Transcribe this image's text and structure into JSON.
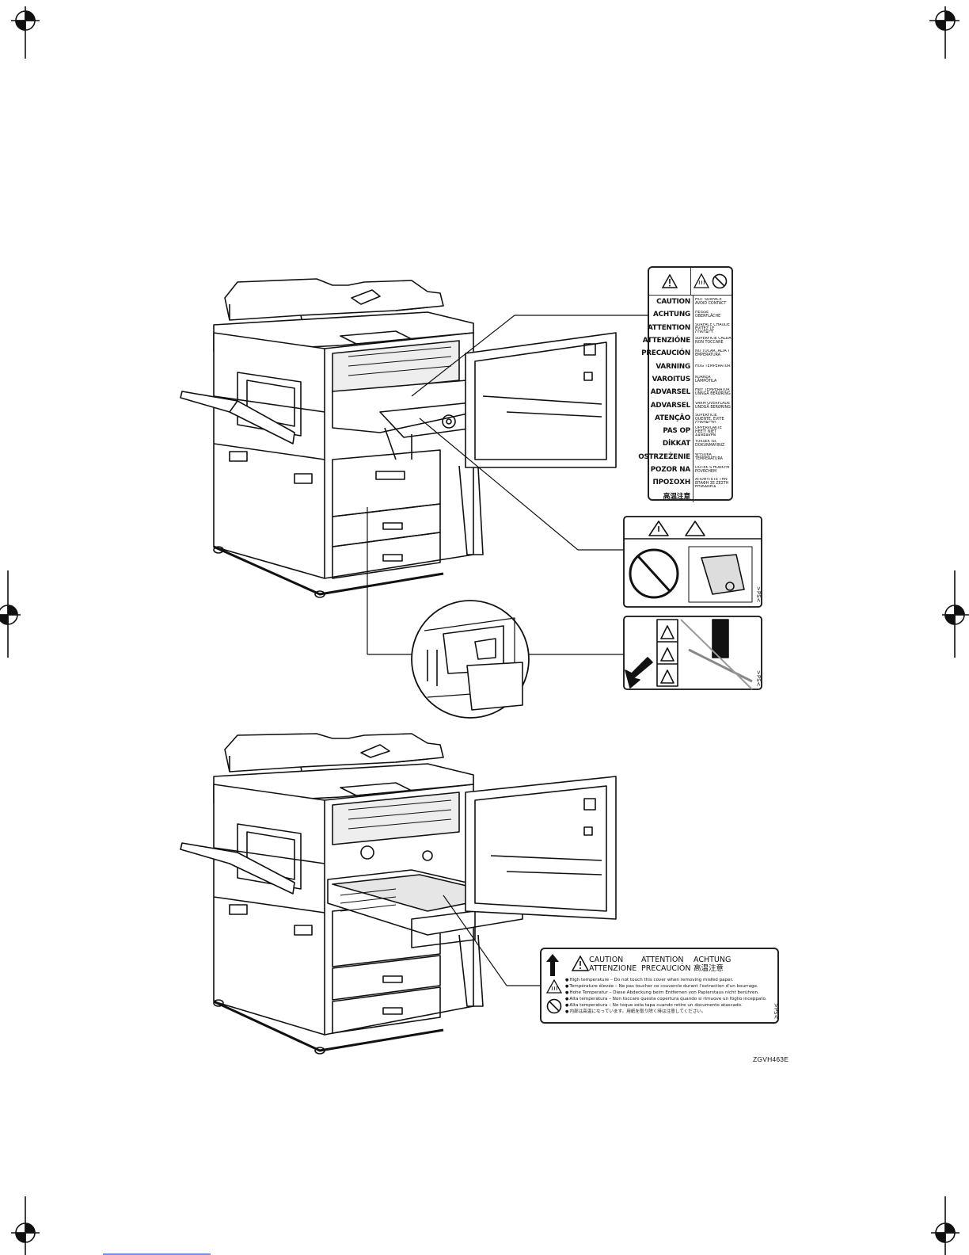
{
  "figure": {
    "code": "ZGVH463E"
  },
  "multilang_label": {
    "rows": [
      {
        "word": "CAUTION",
        "desc": "HOT SURFACE AVOID CONTACT"
      },
      {
        "word": "ACHTUNG",
        "desc": "HEIßE OBERFLÄCHE"
      },
      {
        "word": "ATTENTION",
        "desc": "SURFACE CHAUDE ÉVITEZ LE CONTACT"
      },
      {
        "word": "ATTENZIÓNE",
        "desc": "SUPERFICIE CALDA NON TOCCARE"
      },
      {
        "word": "PRECAUCIÓN",
        "desc": "NO TOCAR, ALTA T EMPERATURA"
      },
      {
        "word": "VARNING",
        "desc": "HÖG TEMPERATUR"
      },
      {
        "word": "VAROITUS",
        "desc": "KORKEA LÄMPÖTILA"
      },
      {
        "word": "ADVARSEL",
        "desc": "HØY TEMPERATUR UNNGÅ BERØRING"
      },
      {
        "word": "ADVARSEL",
        "desc": "VARM OVERFLADE UNDGÅ BERØRING"
      },
      {
        "word": "ATENÇÃO",
        "desc": "SUPERFÍCIE QUENTE, EVITE CONTACTO"
      },
      {
        "word": "PAS OP",
        "desc": "OPPERVLAKTE HEET! NIET AANRAKEN"
      },
      {
        "word": "DİKKAT",
        "desc": "YÜKSEK ISI, DOKUNMAYINIZ"
      },
      {
        "word": "OSTRZEŻENIE",
        "desc": "WYSOKA TEMPERATURA"
      },
      {
        "word": "POZOR NA",
        "desc": "DOTEK S HORKÝM POVRCHEM"
      },
      {
        "word": "ΠΡΟΣΟΧΗ",
        "desc": "ΑΠΟΦΥΓΕΤΕ ΤΗΝ ΕΠΑΦΗ ΣΕ ΖΕΣΤΗ ΕΠΙΦΑΝΕΙΑ"
      },
      {
        "word": "高温注意",
        "desc": ""
      }
    ]
  },
  "bottom_label": {
    "headings": [
      "CAUTION",
      "ATTENTION",
      "ACHTUNG",
      "ATTENZIONE",
      "PRECAUCIÓN",
      "高温注意"
    ],
    "lines": [
      "High temperature – Do not touch this cover when removing misfed paper.",
      "Température élevée – Ne pas toucher ce couvercle durant l'extraction d'un bourrage.",
      "Hohe Temperatur – Diese Abdeckung beim Entfernen von Papierstaus nicht berühren.",
      "Alta temperatura – Non toccare questa copertura quando si rimuove un foglio inceppato.",
      "Alta temperatura – No toque esta tapa cuando retire un documento atascado.",
      "内部は高温になっています。用紙を取り除く時は注意してください。"
    ],
    "marking": ">PS<"
  },
  "small_labels": {
    "marking": ">PS<"
  },
  "colors": {
    "ink": "#111111",
    "paper": "#ffffff",
    "shade": "#c8c8c8"
  }
}
